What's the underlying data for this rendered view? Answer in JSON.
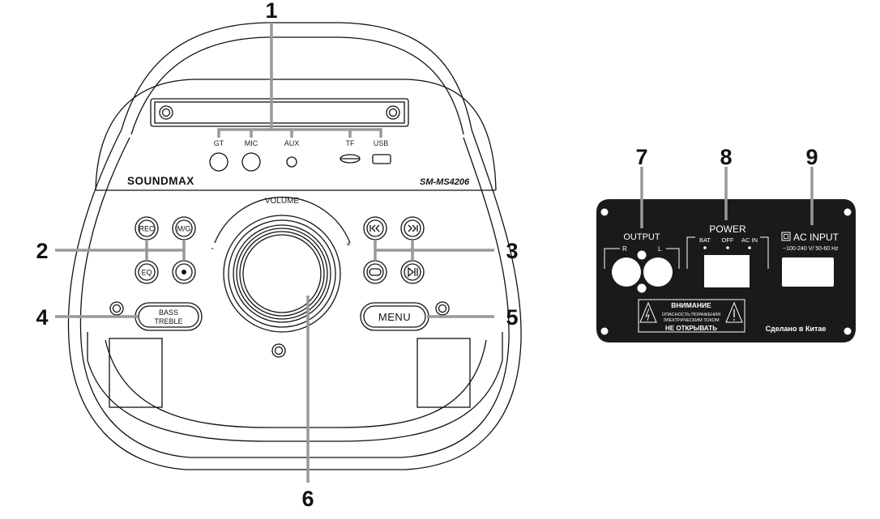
{
  "callouts": [
    "1",
    "2",
    "3",
    "4",
    "5",
    "6",
    "7",
    "8",
    "9"
  ],
  "speaker": {
    "brand": "SOUNDMAX",
    "model": "SM-MS4206",
    "ports": [
      "GT",
      "MIC",
      "AUX",
      "TF",
      "USB"
    ],
    "volume_label": "VOLUME",
    "volume_minus": "-",
    "volume_plus": "+",
    "left_buttons": [
      "REC",
      "M/G",
      "EQ"
    ],
    "bass_treble": [
      "BASS",
      "TREBLE"
    ],
    "menu_label": "MENU"
  },
  "rear_panel": {
    "output_label": "OUTPUT",
    "output_r": "R",
    "output_l": "L",
    "power_label": "POWER",
    "power_positions": [
      "BAT",
      "OFF",
      "AC IN"
    ],
    "ac_input_label": "AC INPUT",
    "ac_input_spec": "~100-240 V/ 50-60 Hz",
    "warning_title": "ВНИМАНИЕ",
    "warning_line1": "ОПАСНОСТЬ ПОРАЖЕНИЯ",
    "warning_line2": "ЭЛЕКТРИЧЕСКИМ ТОКОМ",
    "warning_footer": "НЕ ОТКРЫВАТЬ",
    "made_in": "Сделано в Китае"
  }
}
